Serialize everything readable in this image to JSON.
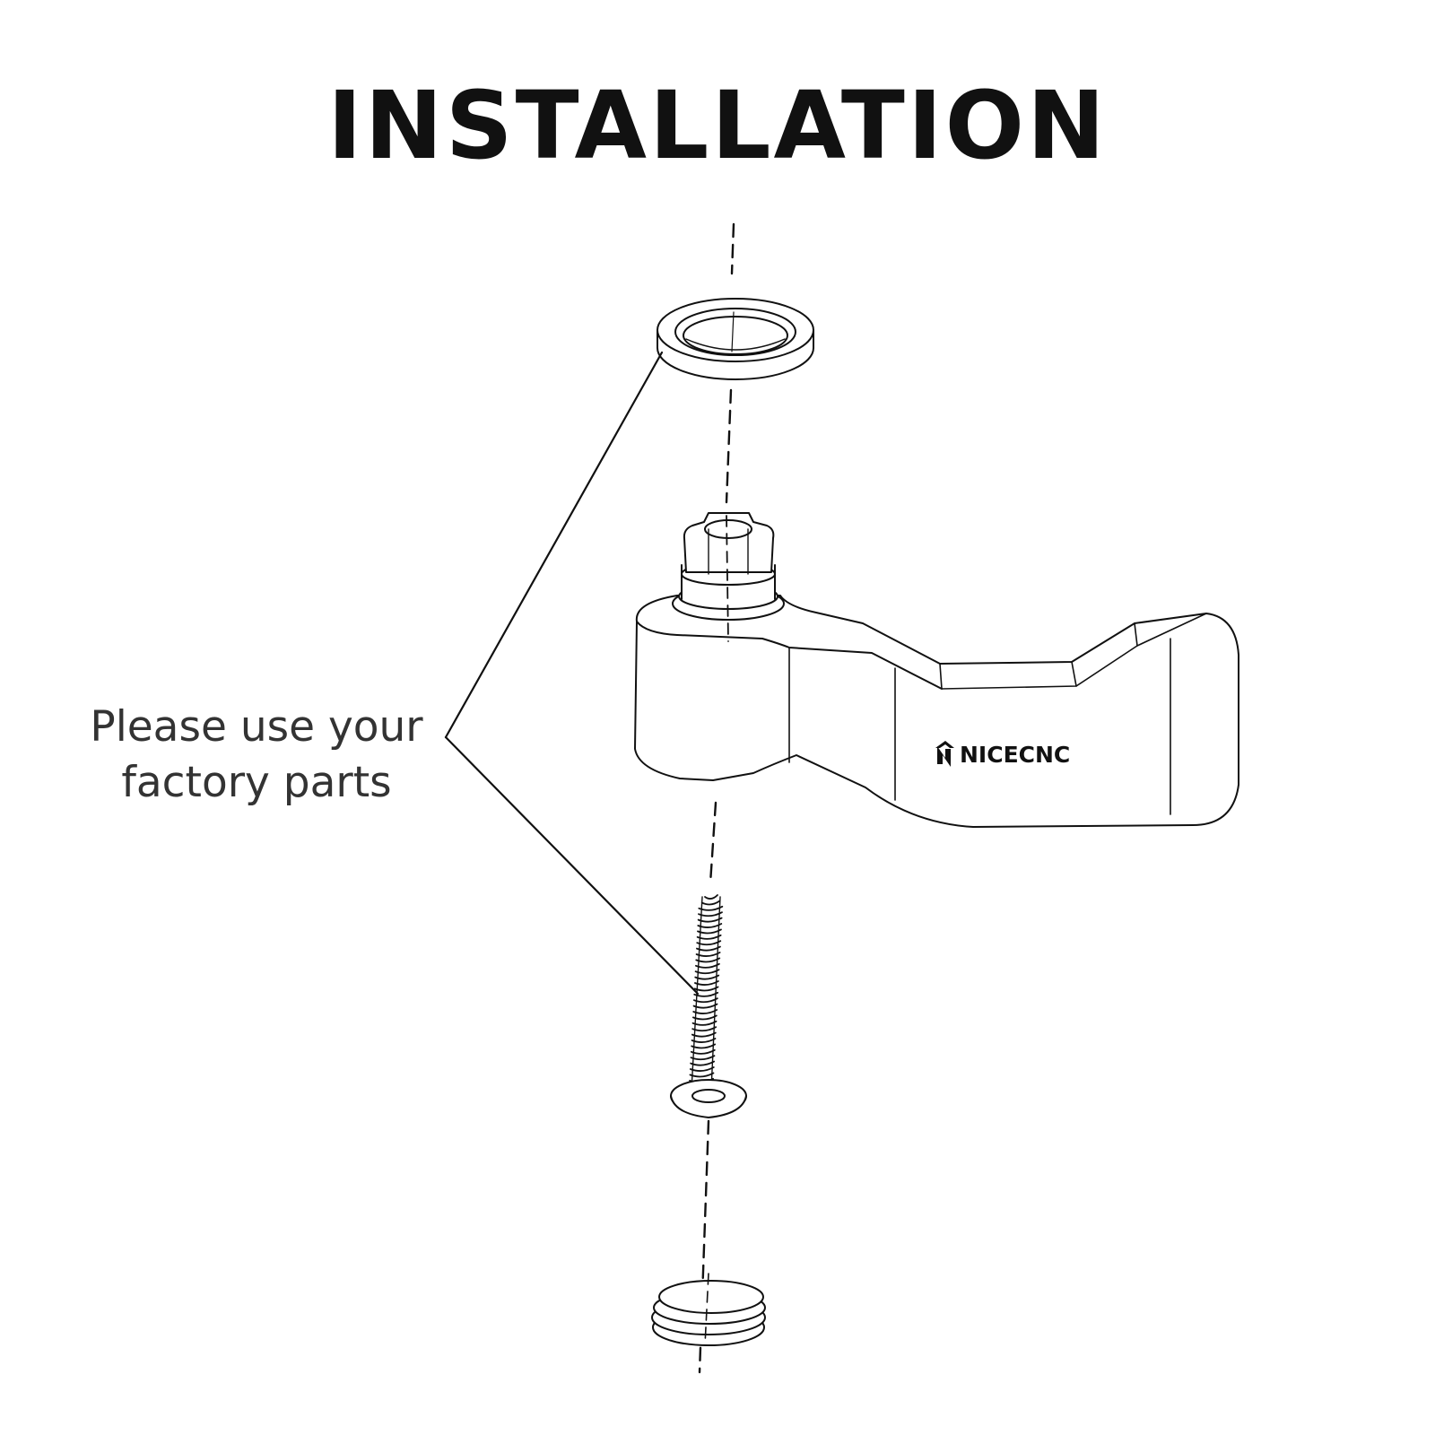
{
  "title": "INSTALLATION",
  "callout": {
    "line1": "Please use your",
    "line2": "factory parts"
  },
  "brand": {
    "name": "NICECNC",
    "icon": "nicecnc-logo-icon"
  },
  "parts": [
    "washer-ring",
    "lever-handle",
    "screw",
    "end-cap-plug"
  ],
  "colors": {
    "ink": "#111111",
    "callout_text": "#333333",
    "background": "#ffffff"
  }
}
